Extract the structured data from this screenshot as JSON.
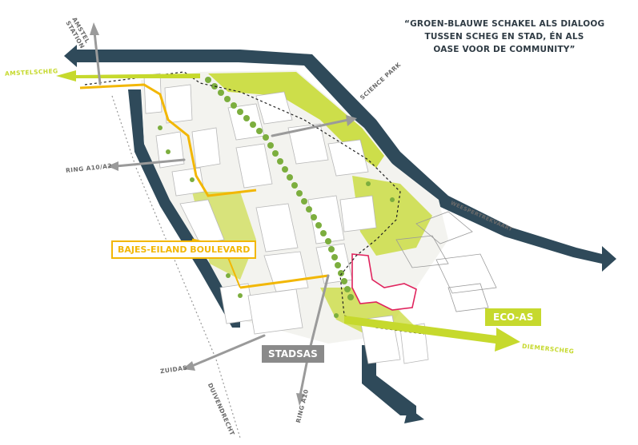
{
  "quote_lines": [
    "“GROEN-BLAUWE SCHAKEL ALS DIALOOG",
    "TUSSEN SCHEG EN STAD, ÉN ALS",
    "OASE VOOR DE COMMUNITY”"
  ],
  "labels": {
    "amstel_station": [
      "AMSTEL",
      "STATION"
    ],
    "amstelscheg": "AMSTELSCHEG",
    "science_park": "SCIENCE PARK",
    "ring_a10_a2": "RING A10/A2",
    "weespertrekvaart": "WEESPERTREKVAART",
    "bajes_boulevard": "BAJES-EILAND BOULEVARD",
    "eco_as": "ECO-AS",
    "diemerscheg": "DIEMERSCHEG",
    "stadsas": "STADSAS",
    "zuidas": "ZUIDAS",
    "duivendrecht": "DUIVENDRECHT",
    "ring_a10": "RING A10"
  },
  "colors": {
    "water": "#2f4a5a",
    "green": "#c6d92d",
    "yellow": "#f2b705",
    "grey_arrow": "#9a9a9a",
    "pink_outline": "#e0245e",
    "tree": "#7cae3e"
  }
}
